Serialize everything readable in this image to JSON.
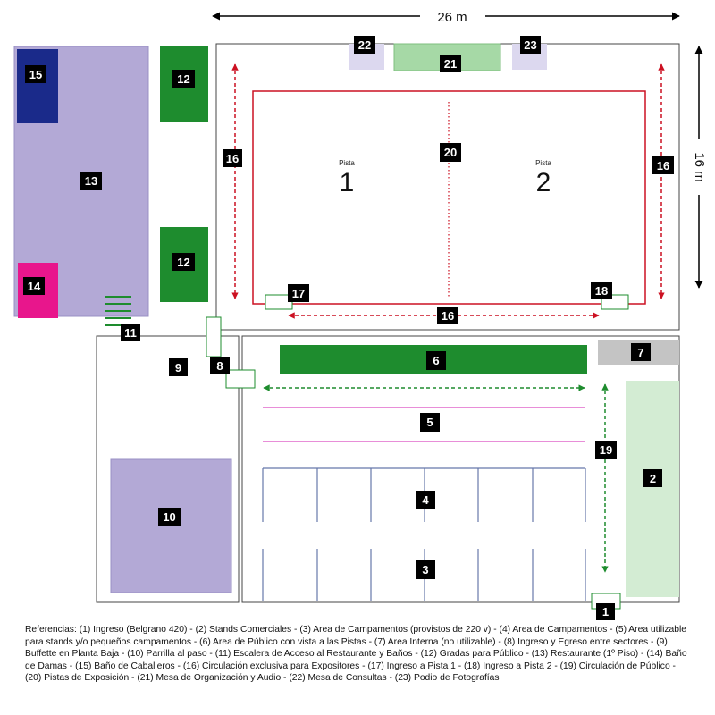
{
  "dimensions": {
    "width_label": "26 m",
    "height_label": "16 m"
  },
  "pistas": [
    {
      "word": "Pista",
      "number": "1"
    },
    {
      "word": "Pista",
      "number": "2"
    }
  ],
  "badges": {
    "b1": "1",
    "b2": "2",
    "b3": "3",
    "b4": "4",
    "b5": "5",
    "b6": "6",
    "b7": "7",
    "b8": "8",
    "b9": "9",
    "b10": "10",
    "b11": "11",
    "b12": "12",
    "b13": "13",
    "b14": "14",
    "b15": "15",
    "b16": "16",
    "b17": "17",
    "b18": "18",
    "b19": "19",
    "b20": "20",
    "b21": "21",
    "b22": "22",
    "b23": "23"
  },
  "colors": {
    "lavender": "#b3a9d6",
    "navy": "#1a2a8a",
    "magenta": "#e8168c",
    "green": "#1e8c2e",
    "light_green": "#a6d9a6",
    "pale_green": "#d3ecd3",
    "light_lavender": "#dcd8ef",
    "gray": "#c4c4c4",
    "red": "#cc1122",
    "pink": "#d94bc0",
    "blue_gray": "#6677aa"
  },
  "legend": "Referencias:  (1) Ingreso (Belgrano 420) - (2) Stands Comerciales - (3) Area de Campamentos (provistos de 220 v) - (4) Area de Campamentos - (5) Area utilizable para stands y/o pequeños campamentos - (6) Area de Público con vista a las Pistas - (7) Area Interna (no utilizable) - (8) Ingreso y Egreso entre sectores - (9) Buffette en Planta Baja - (10) Parrilla al paso - (11) Escalera de Acceso al Restaurante y Baños - (12) Gradas para Público - (13) Restaurante (1º Piso) - (14) Baño de Damas - (15) Baño de Caballeros - (16) Circulación exclusiva para Expositores - (17) Ingreso a Pista 1 - (18) Ingreso a Pista 2 - (19) Circulación de Público - (20) Pistas de Exposición - (21) Mesa de Organización y Audio - (22) Mesa de Consultas - (23) Podio de Fotografías"
}
